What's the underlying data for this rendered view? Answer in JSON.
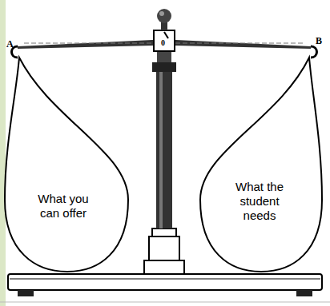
{
  "diagram": {
    "nodes": [
      {
        "text": [
          "What you can offer"
        ]
      },
      {
        "text": [
          "What the student needs"
        ]
      }
    ],
    "labels": [
      "A",
      "B",
      "0"
    ]
  }
}
